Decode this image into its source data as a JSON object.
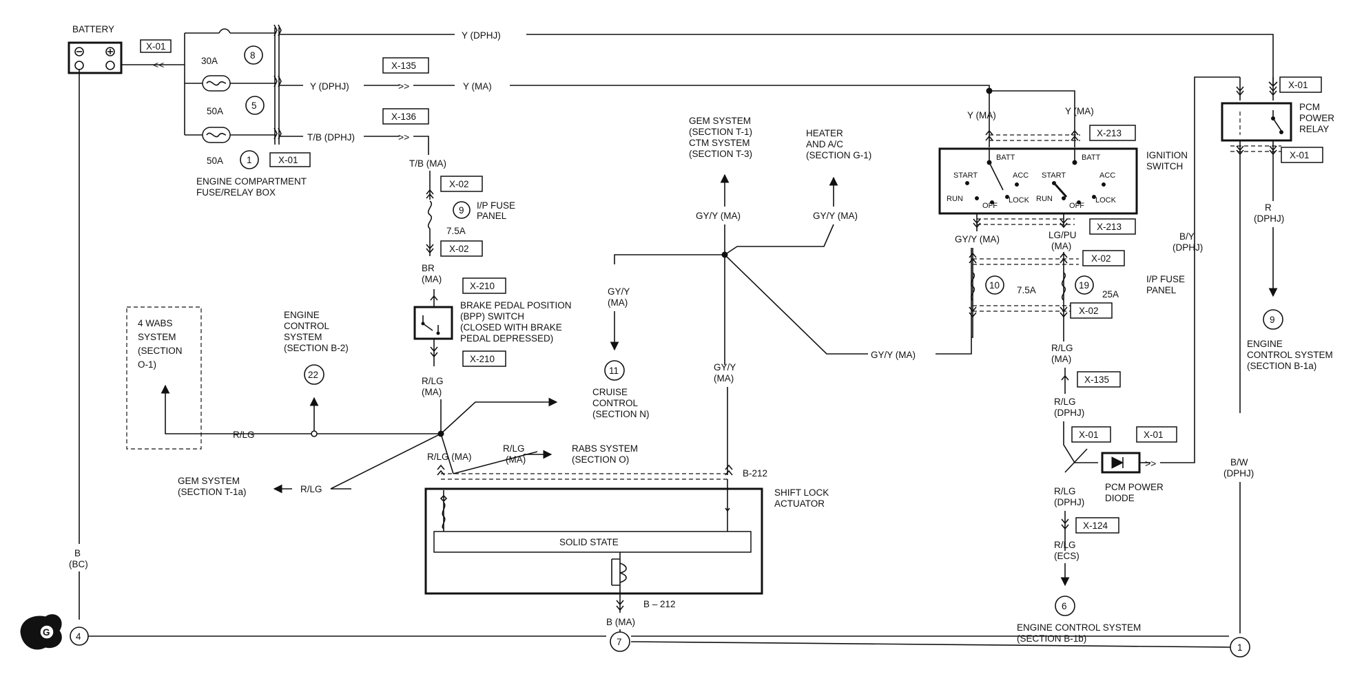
{
  "labels": {
    "battery": "BATTERY",
    "x01": "X-01",
    "x135": "X-135",
    "x136": "X-136",
    "x02": "X-02",
    "x210": "X-210",
    "x213": "X-213",
    "x124": "X-124",
    "fuse30a": "30A",
    "fuse50a": "50A",
    "fuse75a": "7.5A",
    "fuse25a": "25A",
    "n8": "8",
    "n5": "5",
    "n1": "1",
    "n9": "9",
    "n10": "10",
    "n19": "19",
    "n22": "22",
    "n11": "11",
    "n6": "6",
    "n4": "4",
    "n7": "7",
    "gnd": "G",
    "engine_fuse_box_1": "ENGINE COMPARTMENT",
    "engine_fuse_box_2": "FUSE/RELAY BOX",
    "y_dphj": "Y (DPHJ)",
    "y_ma": "Y (MA)",
    "tb_dphj": "T/B (DPHJ)",
    "tb_ma": "T/B (MA)",
    "ip_fuse_1": "I/P FUSE",
    "ip_fuse_2": "PANEL",
    "br": "BR",
    "ma": "(MA)",
    "bpp_1": "BRAKE PEDAL POSITION",
    "bpp_2": "(BPP) SWITCH",
    "bpp_3": "(CLOSED WITH BRAKE",
    "bpp_4": "PEDAL DEPRESSED)",
    "rlg": "R/LG",
    "rlg_ma_paren": "R/LG (MA)",
    "wabs_1": "4 WABS",
    "wabs_2": "SYSTEM",
    "wabs_3": "(SECTION",
    "wabs_4": "O-1)",
    "ecs_1": "ENGINE",
    "ecs_2": "CONTROL",
    "ecs_3": "SYSTEM",
    "ecs_4": "(SECTION B-2)",
    "gem_1a_1": "GEM SYSTEM",
    "gem_1a_2": "(SECTION T-1a)",
    "rabs_1": "RABS SYSTEM",
    "rabs_2": "(SECTION O)",
    "gem_t1_1": "GEM SYSTEM",
    "gem_t1_2": "(SECTION T-1)",
    "gem_t1_3": "CTM SYSTEM",
    "gem_t1_4": "(SECTION T-3)",
    "heater_1": "HEATER",
    "heater_2": "AND A/C",
    "heater_3": "(SECTION G-1)",
    "gyy_ma": "GY/Y (MA)",
    "gyy": "GY/Y",
    "cruise_1": "CRUISE",
    "cruise_2": "CONTROL",
    "cruise_3": "(SECTION N)",
    "b212": "B-212",
    "b212_low": "B – 212",
    "shift_lock_1": "SHIFT LOCK",
    "shift_lock_2": "ACTUATOR",
    "solid_state": "SOLID STATE",
    "b_ma": "B (MA)",
    "b": "B",
    "bc": "(BC)",
    "ignition_1": "IGNITION",
    "ignition_2": "SWITCH",
    "batt": "BATT",
    "start": "START",
    "acc": "ACC",
    "run": "RUN",
    "off": "OFF",
    "lock": "LOCK",
    "lgpu": "LG/PU",
    "dphj": "(DPHJ)",
    "ecs_code": "(ECS)",
    "pcm_relay_1": "PCM",
    "pcm_relay_2": "POWER",
    "pcm_relay_3": "RELAY",
    "r": "R",
    "by": "B/Y",
    "bw": "B/W",
    "pcm_diode_1": "PCM POWER",
    "pcm_diode_2": "DIODE",
    "ecs_b1a_1": "ENGINE",
    "ecs_b1a_2": "CONTROL SYSTEM",
    "ecs_b1a_3": "(SECTION B-1a)",
    "ecs_b1b_1": "ENGINE CONTROL SYSTEM",
    "ecs_b1b_2": "(SECTION B-1b)"
  }
}
